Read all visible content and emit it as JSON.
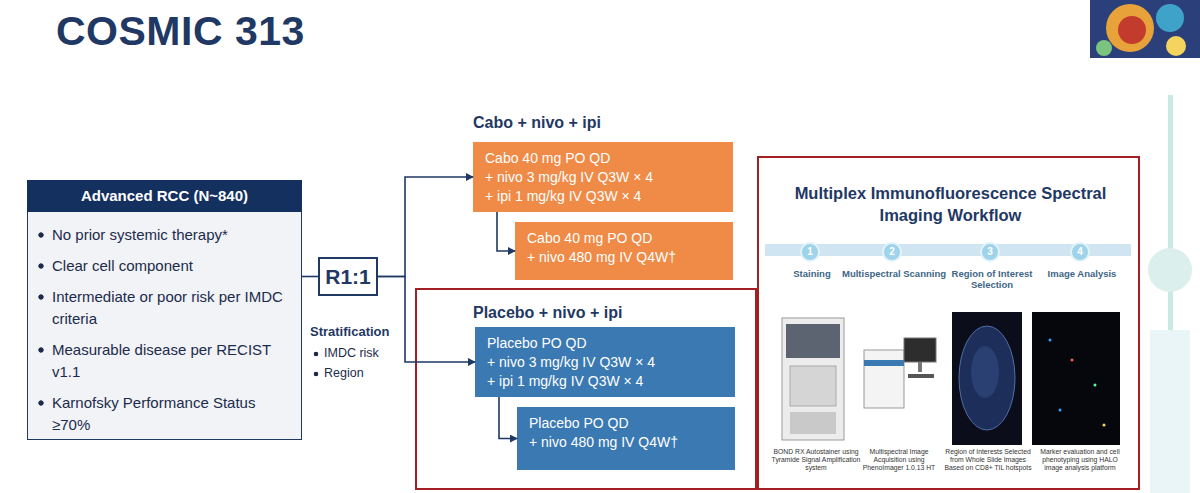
{
  "diagram": {
    "title": "COSMIC 313",
    "nodes": [
      {
        "text": [
          "Advanced RCC (N~840)",
          "No prior systemic therapy*",
          "Clear cell component",
          "Intermediate or poor risk per IMDC criteria",
          "Measurable disease per RECIST v1.1",
          "Karnofsky Performance Status ≥70%"
        ]
      },
      {
        "text": [
          "R1:1"
        ]
      },
      {
        "text": [
          "Cabo + nivo + ipi",
          "Cabo 40 mg PO QD",
          "+ nivo 3 mg/kg IV Q3W × 4",
          "+ ipi 1 mg/kg IV Q3W × 4"
        ]
      },
      {
        "text": [
          "Cabo 40 mg PO QD",
          "+ nivo 480 mg IV Q4W†"
        ]
      },
      {
        "text": [
          "Placebo + nivo + ipi"
        ]
      },
      {
        "text": [
          "Placebo PO QD",
          "+ nivo 3 mg/kg IV Q3W × 4",
          "+ ipi 1 mg/kg IV Q3W × 4"
        ],
        "in": 4
      },
      {
        "text": [
          "Placebo PO QD",
          "+ nivo 480 mg IV Q4W†"
        ],
        "in": 4
      },
      {
        "text": [
          "Multiplex Immunofluorescence Spectral Imaging Workflow"
        ]
      },
      {
        "text": [
          "1",
          "Staining"
        ],
        "in": 7
      },
      {
        "text": [
          "2",
          "Multispectral Scanning"
        ],
        "in": 7
      },
      {
        "text": [
          "3",
          "Region of Interest Selection"
        ],
        "in": 7
      },
      {
        "text": [
          "4",
          "Image Analysis"
        ],
        "in": 7
      }
    ],
    "edges": [
      {
        "from": 0,
        "to": 1,
        "arrow": "none"
      },
      {
        "from": 1,
        "to": 2,
        "arrow": "to"
      },
      {
        "from": 1,
        "to": 5,
        "arrow": "to"
      },
      {
        "from": 2,
        "to": 3,
        "arrow": "to"
      },
      {
        "from": 5,
        "to": 6,
        "arrow": "to"
      }
    ],
    "labels": [
      "Stratification",
      "IMDC risk",
      "Region",
      "BOND RX Autostainer using Tyramide Signal Amplification system",
      "Multispectral Image Acquisition using PhenoImager 1.0.13 HT",
      "Region of Interests Selected from Whole Slide Images Based on CD8+ TIL hotspots",
      "Marker evaluation and cell phenotyping using HALO image analysis platform"
    ]
  }
}
